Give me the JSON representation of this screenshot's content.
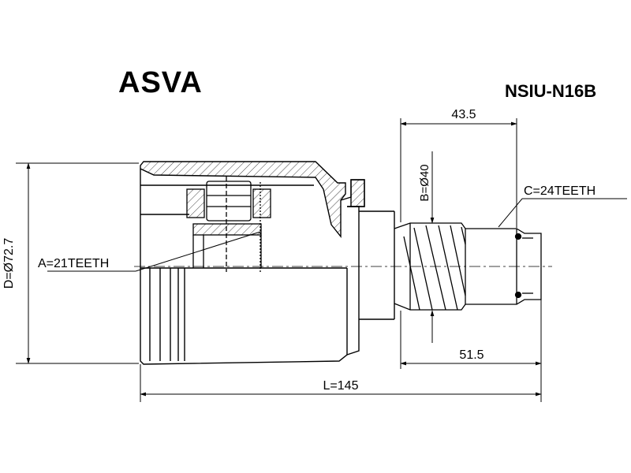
{
  "brand": "ASVA",
  "part_number": "NSIU-N16B",
  "dimensions": {
    "spline_length": "43.5",
    "shaft_length": "51.5",
    "total_length": "L=145",
    "outer_diameter": "D=Ø72.7",
    "shaft_diameter": "B=Ø40",
    "inner_teeth": "A=21TEETH",
    "outer_teeth": "C=24TEETH"
  },
  "colors": {
    "line": "#000000",
    "hatch": "#555555",
    "background": "#ffffff"
  }
}
